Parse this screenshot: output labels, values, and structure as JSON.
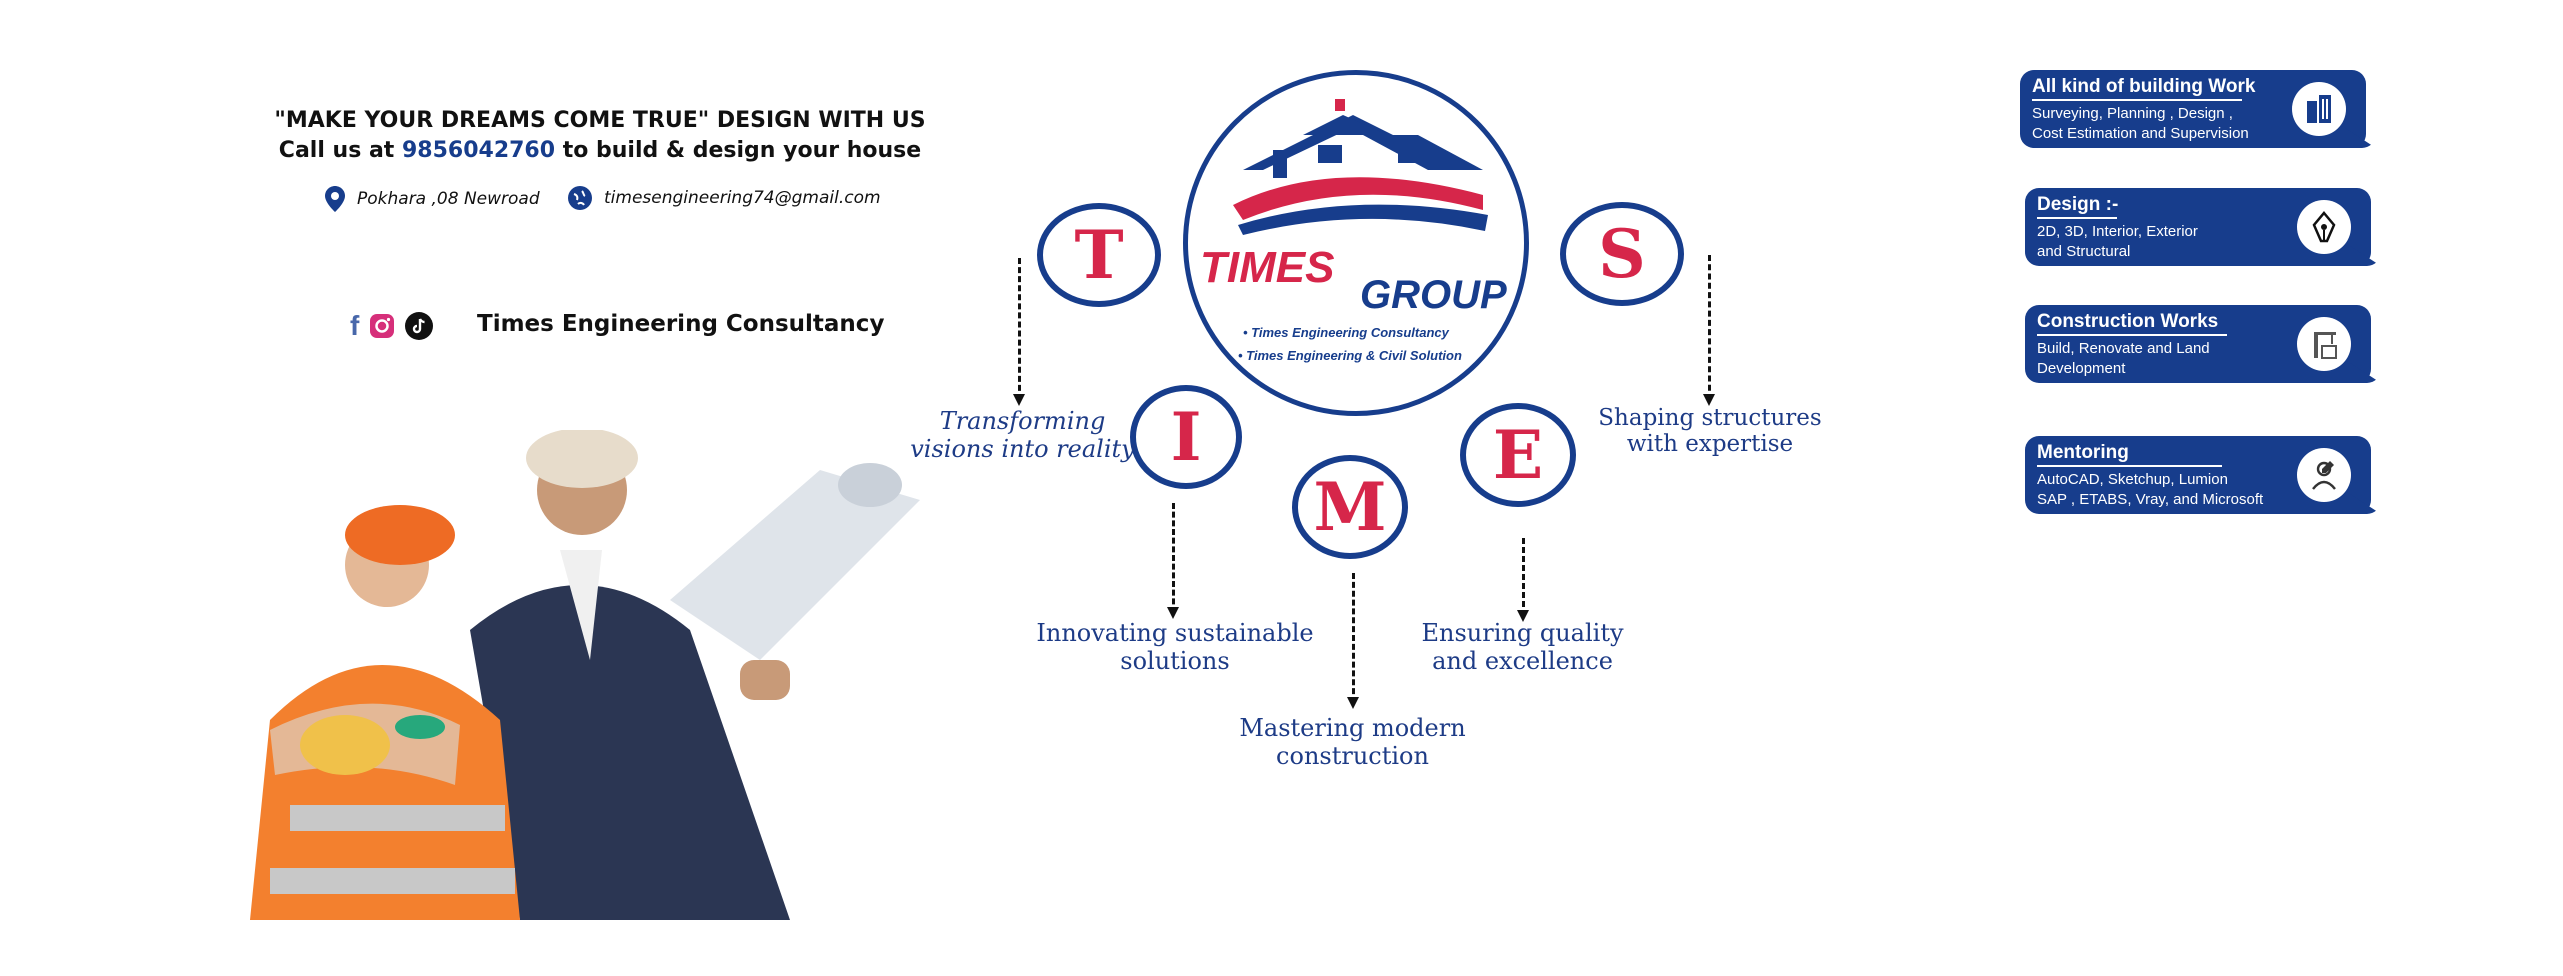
{
  "header": {
    "tagline": "\"MAKE YOUR DREAMS COME TRUE\" DESIGN WITH US",
    "call_prefix": "Call us at ",
    "phone": "9856042760",
    "call_suffix": " to build & design your house",
    "address": "Pokhara ,08 Newroad",
    "email": "timesengineering74@gmail.com",
    "company": "Times Engineering Consultancy"
  },
  "logo": {
    "times": "TIMES",
    "group": "GROUP",
    "sub1": "• Times Engineering Consultancy",
    "sub2": "• Times Engineering & Civil Solution"
  },
  "letters": {
    "t": "T",
    "i": "I",
    "m": "M",
    "e": "E",
    "s": "S"
  },
  "captions": {
    "t": "Transforming\nvisions into reality",
    "i": "Innovating sustainable\nsolutions",
    "m": "Mastering modern\nconstruction",
    "e": "Ensuring quality\nand excellence",
    "s": "Shaping structures\nwith expertise"
  },
  "services": [
    {
      "title": "All kind of building Work",
      "desc": "Surveying, Planning , Design ,\nCost Estimation and Supervision",
      "icon": "building-icon"
    },
    {
      "title": "Design :-",
      "desc": "2D, 3D, Interior, Exterior\nand Structural",
      "icon": "pen-nib-icon"
    },
    {
      "title": "Construction Works",
      "desc": "Build, Renovate and Land\nDevelopment",
      "icon": "crane-icon"
    },
    {
      "title": "Mentoring",
      "desc": "AutoCAD, Sketchup, Lumion\nSAP , ETABS, Vray, and Microsoft",
      "icon": "mentor-icon"
    }
  ],
  "colors": {
    "brand_blue": "#173d8c",
    "accent_red": "#d6264a"
  }
}
